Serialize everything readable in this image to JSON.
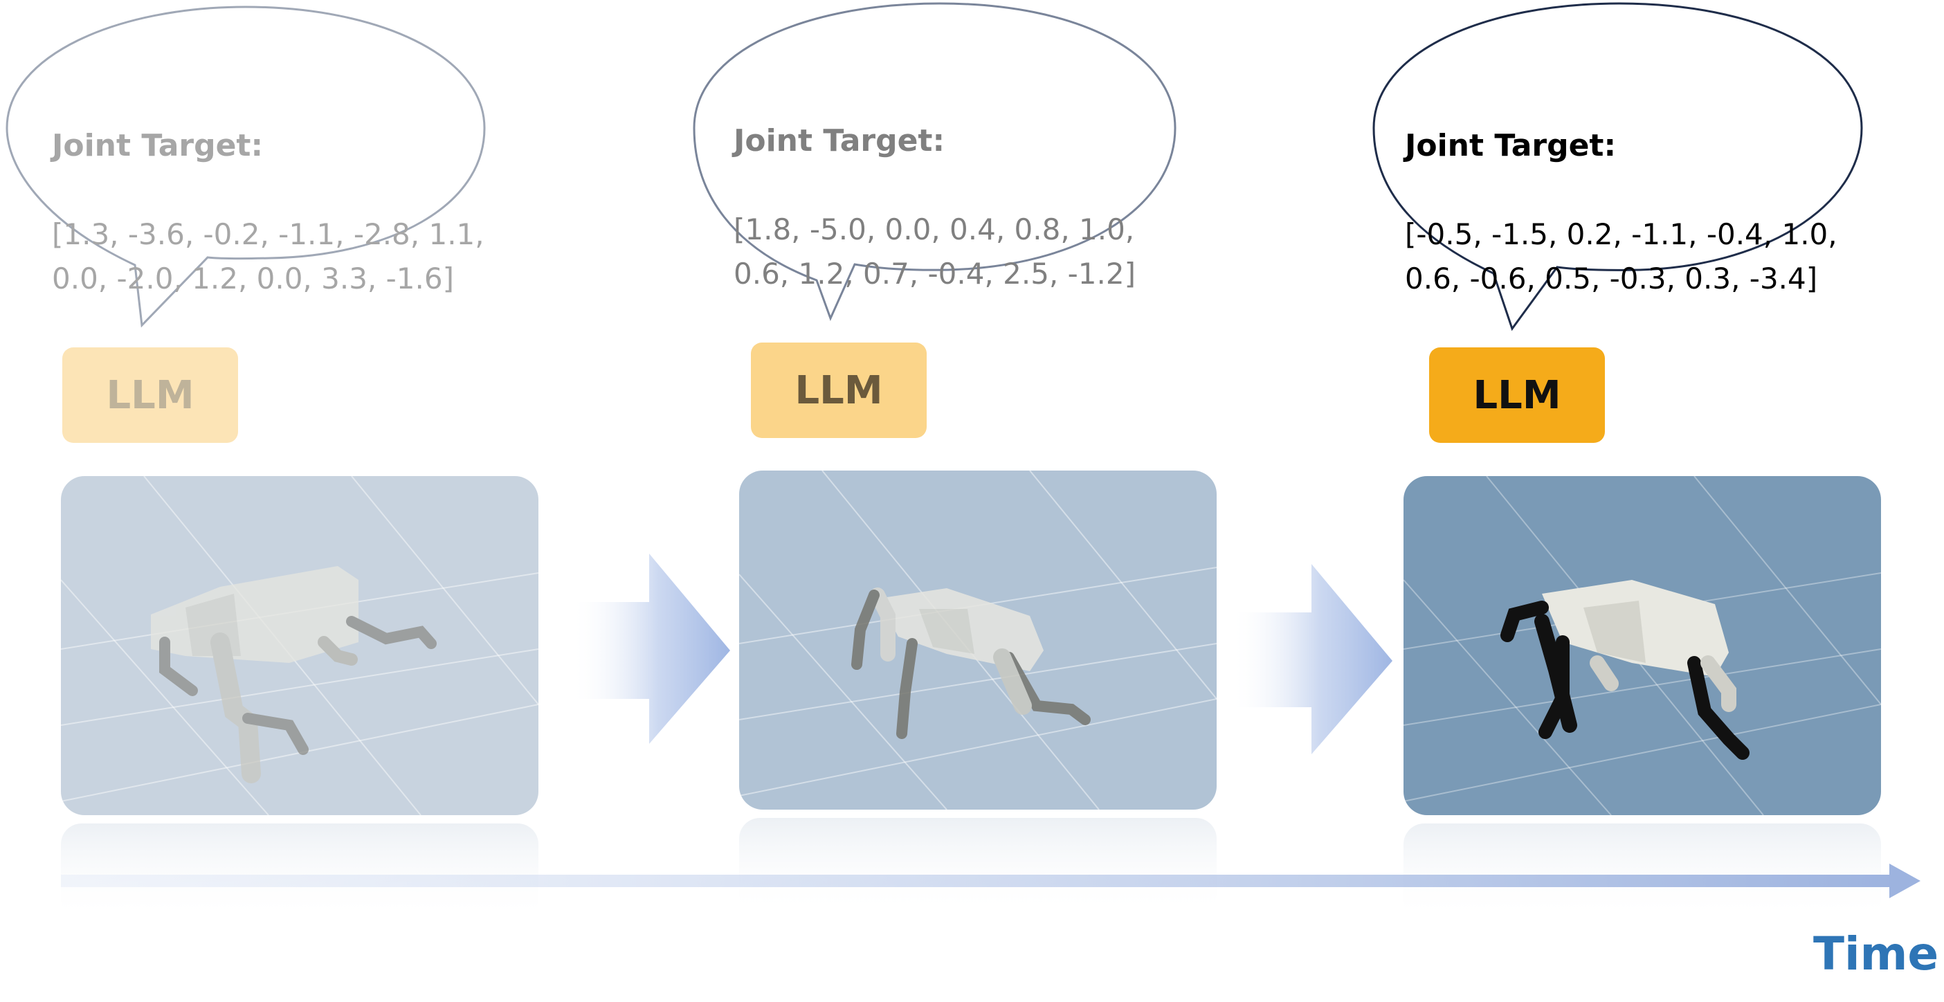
{
  "steps": [
    {
      "bubble_title": "Joint Target:",
      "bubble_values": "[1.3, -3.6, -0.2, -1.1, -2.8,  1.1,\n0.0, -2.0, 1.2, 0.0, 3.3, -1.6]",
      "llm_label": "LLM",
      "text_color": "#a6a6a6",
      "llm_fill": "#fce4b6",
      "llm_text_color": "#bfb39a",
      "panel_color": "#c8d3df",
      "bubble_stroke": "#a0a8b6"
    },
    {
      "bubble_title": "Joint Target:",
      "bubble_values": "[1.8, -5.0, 0.0, 0.4, 0.8, 1.0,\n0.6, 1.2, 0.7, -0.4, 2.5, -1.2]",
      "llm_label": "LLM",
      "text_color": "#808080",
      "llm_fill": "#fbd58a",
      "llm_text_color": "#6b5a3c",
      "panel_color": "#b1c3d5",
      "bubble_stroke": "#7a859a"
    },
    {
      "bubble_title": "Joint Target:",
      "bubble_values": "[-0.5, -1.5, 0.2, -1.1, -0.4, 1.0,\n0.6, -0.6, 0.5, -0.3, 0.3, -3.4]",
      "llm_label": "LLM",
      "text_color": "#000000",
      "llm_fill": "#f5ab1a",
      "llm_text_color": "#111111",
      "panel_color": "#7a9ab6",
      "bubble_stroke": "#1f2d4a"
    }
  ],
  "time_label": "Time",
  "colors": {
    "arrow": "#a9bfe6",
    "timeline": "#a3b8e0",
    "time_text": "#2e75b6"
  }
}
